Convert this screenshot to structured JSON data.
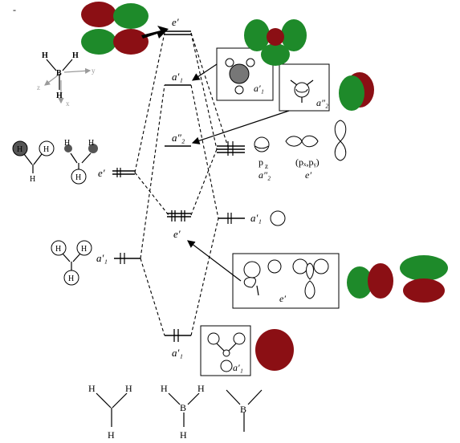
{
  "colors": {
    "lobe_red": "#8b0f14",
    "lobe_green": "#1e8a2a",
    "axis_gray": "#9a9a9a",
    "line": "#000000"
  },
  "axes": {
    "y": "y",
    "z": "z",
    "x": "x",
    "atoms": [
      "H",
      "H",
      "B",
      "H"
    ]
  },
  "bh3_levels": {
    "top_e": "e′",
    "a1_upper": "a′₁",
    "a2": "a″₂",
    "e_mid": "e′",
    "a1_low": "a′₁"
  },
  "h3_group": {
    "e_label": "e′",
    "a1_label": "a′₁",
    "e_atoms": [
      "H",
      "H",
      "H",
      "H",
      "H",
      "H"
    ],
    "a1_atoms": [
      "H",
      "H",
      "H"
    ]
  },
  "boron_ao": {
    "p_labels": [
      "p",
      "z"
    ],
    "pxpy": "(pₓ,pᵧ)",
    "a2_label": "a″₂",
    "e_label": "e′",
    "s_label": "a′₁"
  },
  "inset_boxes": {
    "a1_upper": "a′₁",
    "a2": "a″₂",
    "e_mid": "e′",
    "a1_low": "a′₁"
  },
  "bottom": {
    "h3_atoms": [
      "H",
      "H",
      "H"
    ],
    "bh3_atoms": [
      "H",
      "H",
      "B",
      "H"
    ],
    "b_atom": "B"
  },
  "marker": "-"
}
